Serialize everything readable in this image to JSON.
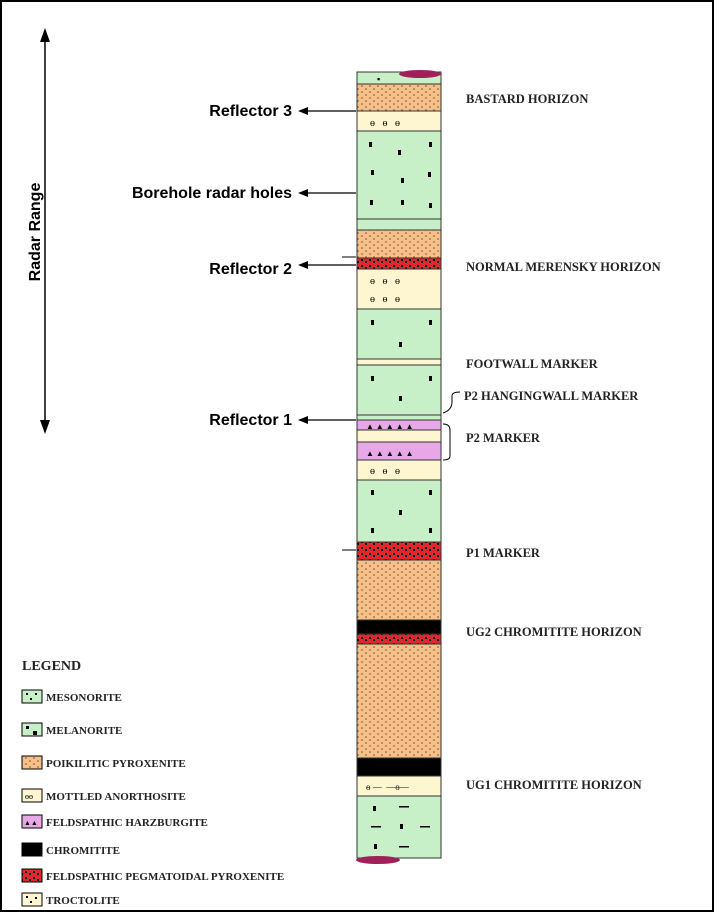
{
  "radar_range_label": "Radar Range",
  "annotations": {
    "reflector_3": "Reflector 3",
    "borehole_radar_holes": "Borehole radar holes",
    "reflector_2": "Reflector 2",
    "reflector_1": "Reflector 1"
  },
  "horizons": {
    "bastard": "BASTARD HORIZON",
    "normal_merensky": "NORMAL MERENSKY HORIZON",
    "footwall_marker": "FOOTWALL MARKER",
    "p2_hangingwall_marker": "P2 HANGINGWALL MARKER",
    "p2_marker": "P2 MARKER",
    "p1_marker": "P1 MARKER",
    "ug2_chromitite": "UG2 CHROMITITE HORIZON",
    "ug1_chromitite": "UG1 CHROMITITE HORIZON"
  },
  "legend": {
    "title": "LEGEND",
    "items": [
      {
        "label": "MESONORITE",
        "color": "#c8f0c8",
        "icon": "dots-swatch"
      },
      {
        "label": "MELANORITE",
        "color": "#c8f0c8",
        "icon": "squares-swatch"
      },
      {
        "label": "POIKILITIC PYROXENITE",
        "color": "#f5c08a",
        "icon": "dotted-swatch"
      },
      {
        "label": "MOTTLED ANORTHOSITE",
        "color": "#fdf6d0",
        "icon": "mottle-swatch"
      },
      {
        "label": "FELDSPATHIC HARZBURGITE",
        "color": "#e8a8e8",
        "icon": "triangles-swatch"
      },
      {
        "label": "CHROMITITE",
        "color": "#000000",
        "icon": "solid-swatch"
      },
      {
        "label": "FELDSPATHIC PEGMATOIDAL PYROXENITE",
        "color": "#e0282c",
        "icon": "pegmatoid-swatch"
      },
      {
        "label": "TROCTOLITE",
        "color": "#fdf6d0",
        "icon": "troctolite-swatch"
      }
    ]
  },
  "colors": {
    "melanorite": "#c8f0c8",
    "pyroxenite": "#f5c08a",
    "anorthosite": "#fdf6d0",
    "harzburgite": "#e8a8e8",
    "chromitite": "#000000",
    "pegmatoid": "#e0282c",
    "cap": "#a0205a"
  }
}
